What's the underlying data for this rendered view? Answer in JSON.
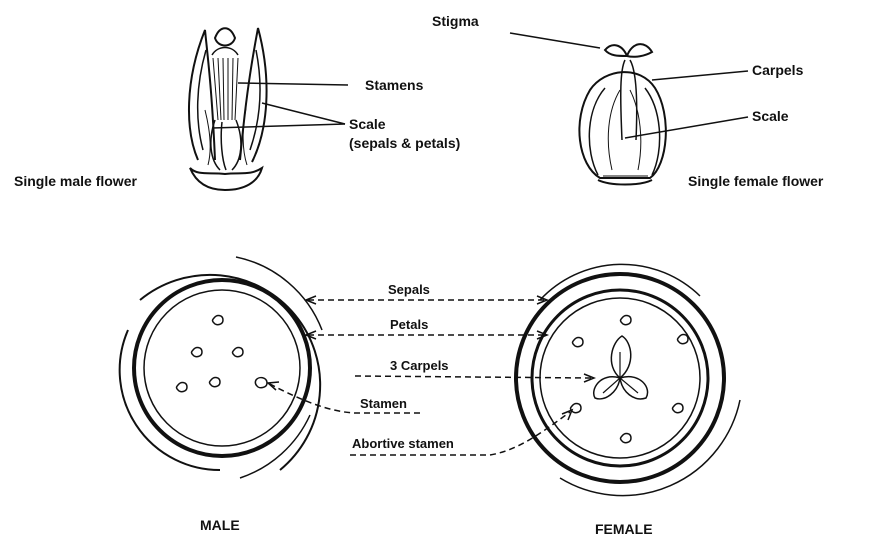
{
  "colors": {
    "ink": "#111111",
    "background": "#ffffff",
    "petal_fill": "#f4f4f4"
  },
  "top_left": {
    "stamens_label": "Stamens",
    "scale_label": "Scale",
    "scale_sublabel": "(sepals & petals)",
    "caption": "Single male flower"
  },
  "top_right": {
    "stigma_label": "Stigma",
    "carpels_label": "Carpels",
    "scale_label": "Scale",
    "caption": "Single female flower"
  },
  "diagram": {
    "sepals_label": "Sepals",
    "petals_label": "Petals",
    "carpels_label": "3 Carpels",
    "stamen_label": "Stamen",
    "abortive_label": "Abortive stamen"
  },
  "bottom": {
    "male_caption": "MALE",
    "female_caption": "FEMALE"
  }
}
